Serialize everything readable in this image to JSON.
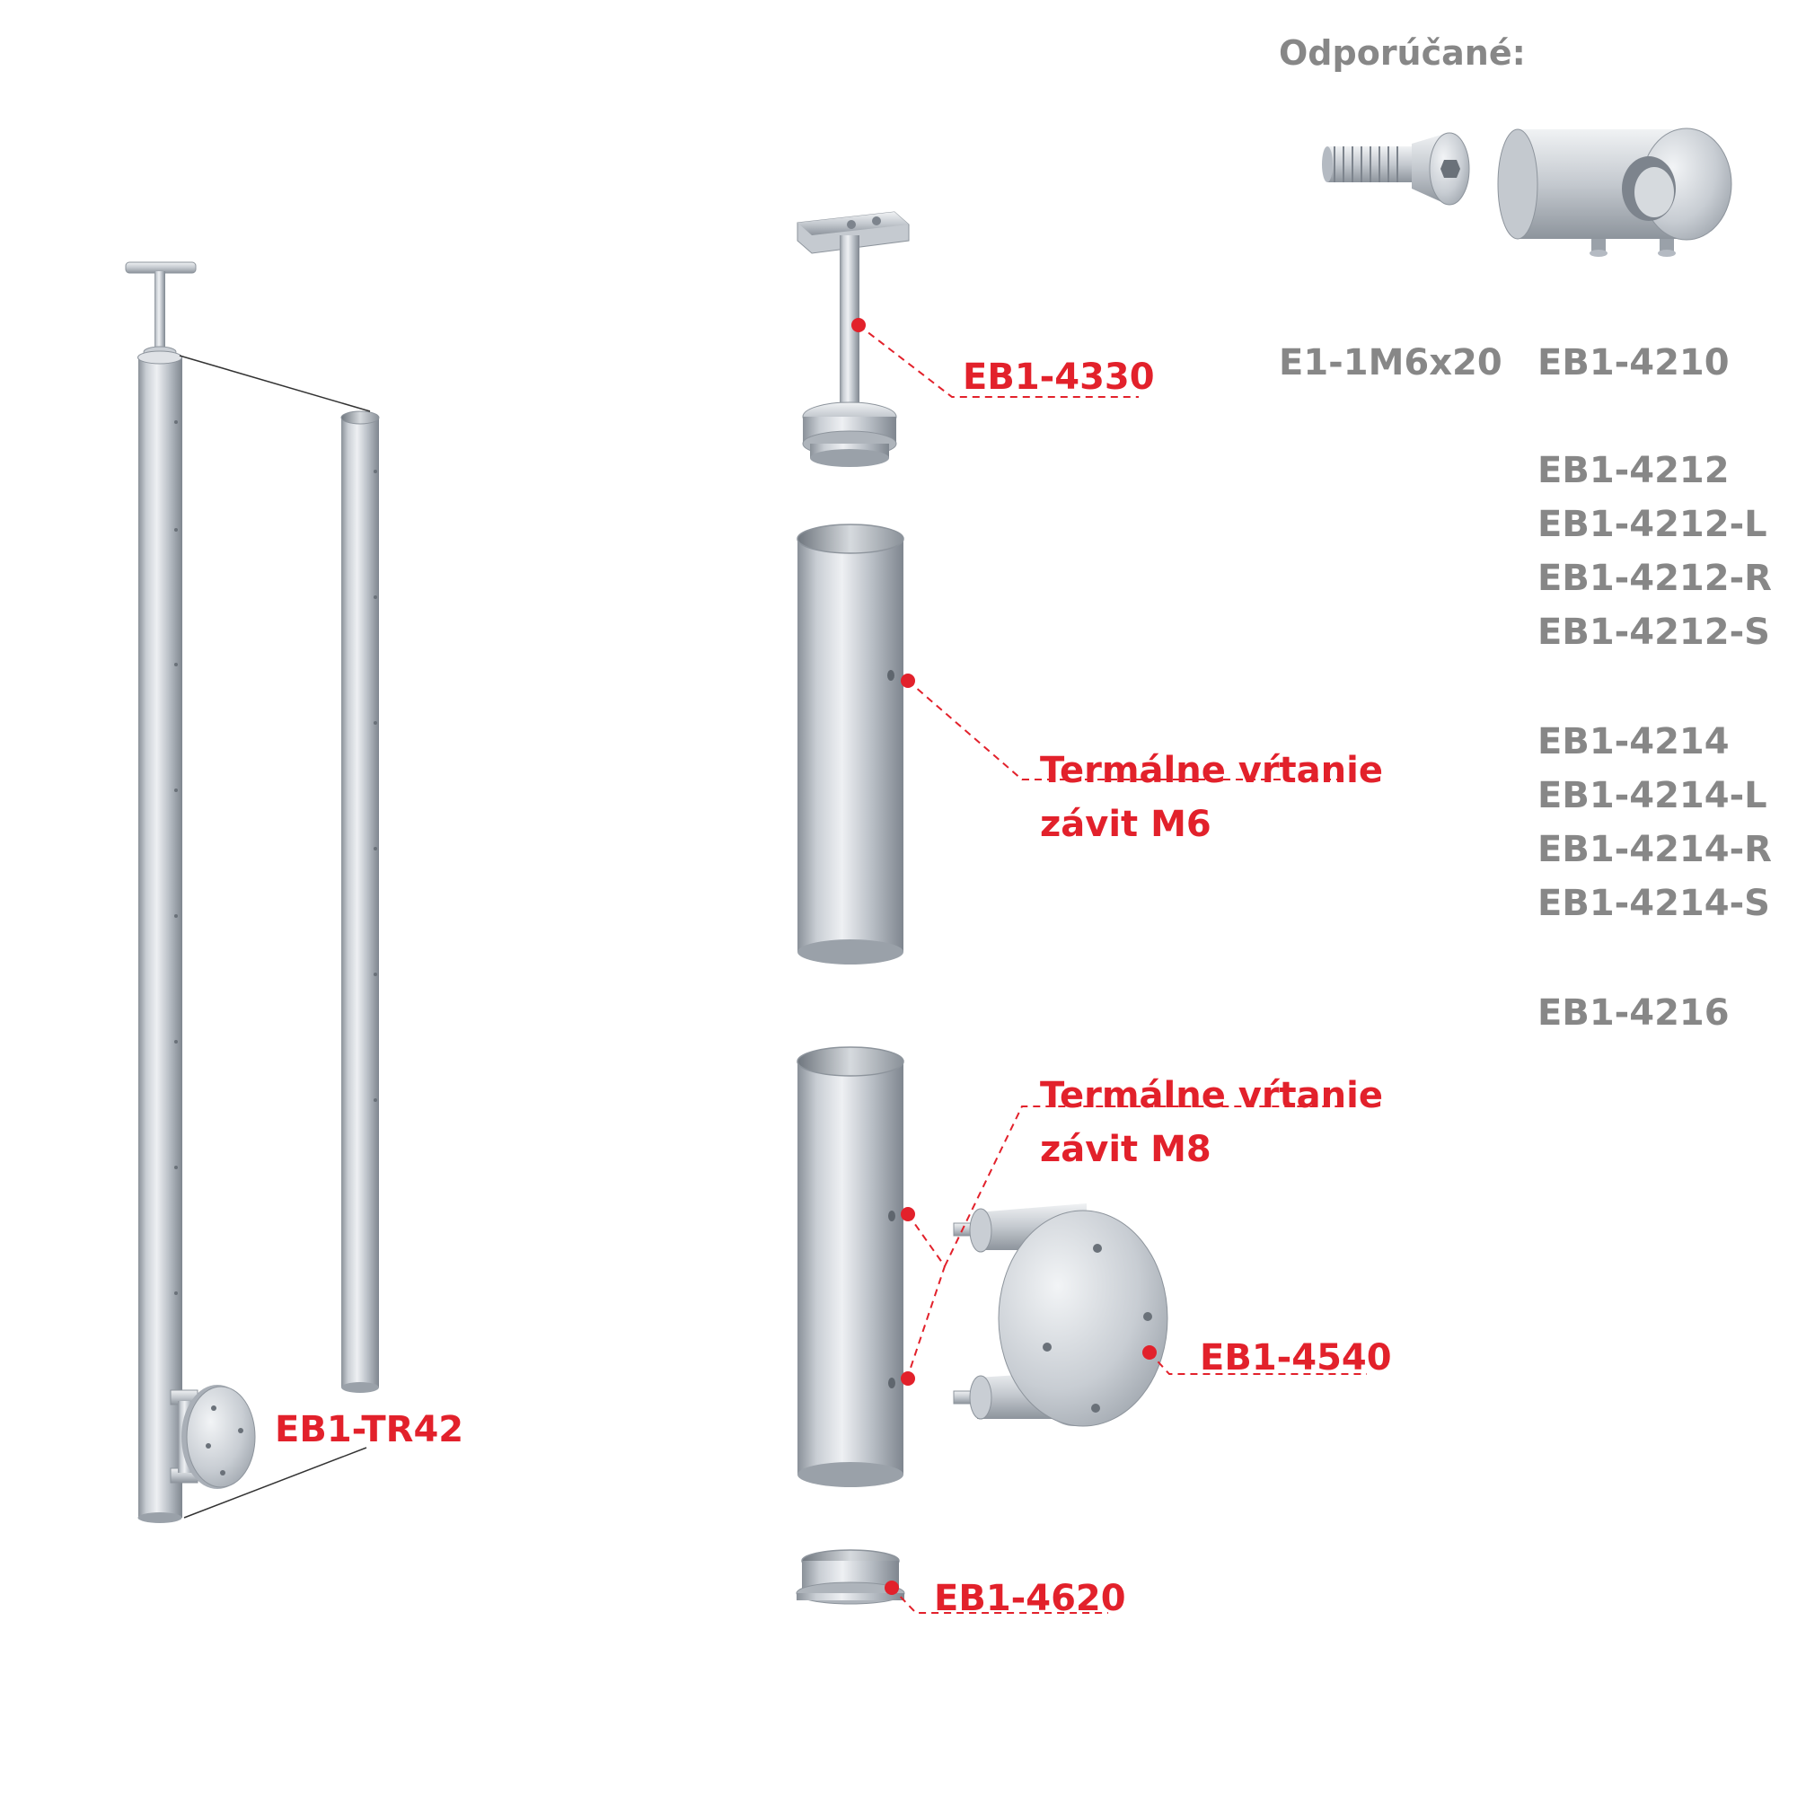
{
  "recommended": {
    "title": "Odporúčané:",
    "screw_code": "E1-1M6x20",
    "holder_code": "EB1-4210",
    "groups": [
      [
        "EB1-4212",
        "EB1-4212-L",
        "EB1-4212-R",
        "EB1-4212-S"
      ],
      [
        "EB1-4214",
        "EB1-4214-L",
        "EB1-4214-R",
        "EB1-4214-S"
      ],
      [
        "EB1-4216"
      ]
    ]
  },
  "parts": {
    "post_code": "EB1-TR42",
    "handrail_holder_code": "EB1-4330",
    "upper_tube": {
      "line1": "Termálne vŕtanie",
      "line2": "závit M6"
    },
    "lower_tube": {
      "line1": "Termálne vŕtanie",
      "line2": "závit M8"
    },
    "side_flange_code": "EB1-4540",
    "end_cap_code": "EB1-4620"
  },
  "colors": {
    "label_red": "#e2212b",
    "label_gray": "#878787",
    "steel_light": "#e6e9ed",
    "steel_mid": "#b4bac2",
    "steel_dark": "#7d848d"
  }
}
